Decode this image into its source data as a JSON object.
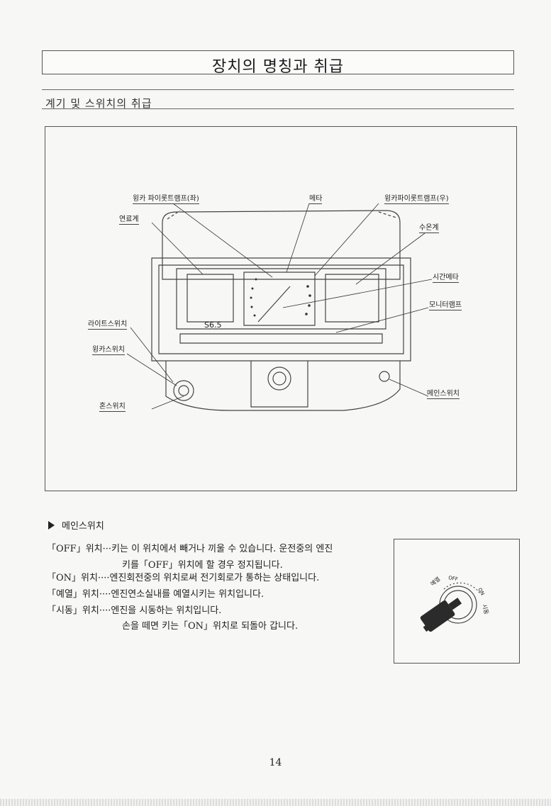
{
  "page": {
    "title": "장치의 명칭과 취급",
    "subtitle": "계기 및 스위치의 취급",
    "page_number": "14"
  },
  "diagram": {
    "labels": {
      "winker_pilot_left": "윙카 파이롯트램프(좌)",
      "meter": "메타",
      "winker_pilot_right": "윙카파이롯트램프(우)",
      "fuel_gauge": "연료계",
      "water_temp_gauge": "수온계",
      "hour_meter": "시간메타",
      "monitor_lamp": "모니터램프",
      "light_switch": "라이트스위치",
      "winker_switch": "윙카스위치",
      "horn_switch": "혼스위치",
      "main_switch": "메인스위치"
    },
    "panel_text": "S6.5"
  },
  "main_switch_section": {
    "heading": "메인스위치",
    "lines": [
      "「OFF」위치···키는 이 위치에서 빼거나 끼울 수 있습니다. 운전중의 엔진",
      "키를「OFF」위치에 할 경우 정지됩니다.",
      "「ON」위치····엔진회전중의 위치로써 전기회로가 통하는 상태입니다.",
      "「예열」위치····엔진연소실내를 예열시키는 위치입니다.",
      "「시동」위치····엔진을 시동하는 위치입니다.",
      "손을 떼면 키는「ON」위치로 되돌아 갑니다."
    ]
  },
  "key_diagram": {
    "positions": [
      "예열",
      "OFF",
      "ON",
      "시동"
    ]
  }
}
